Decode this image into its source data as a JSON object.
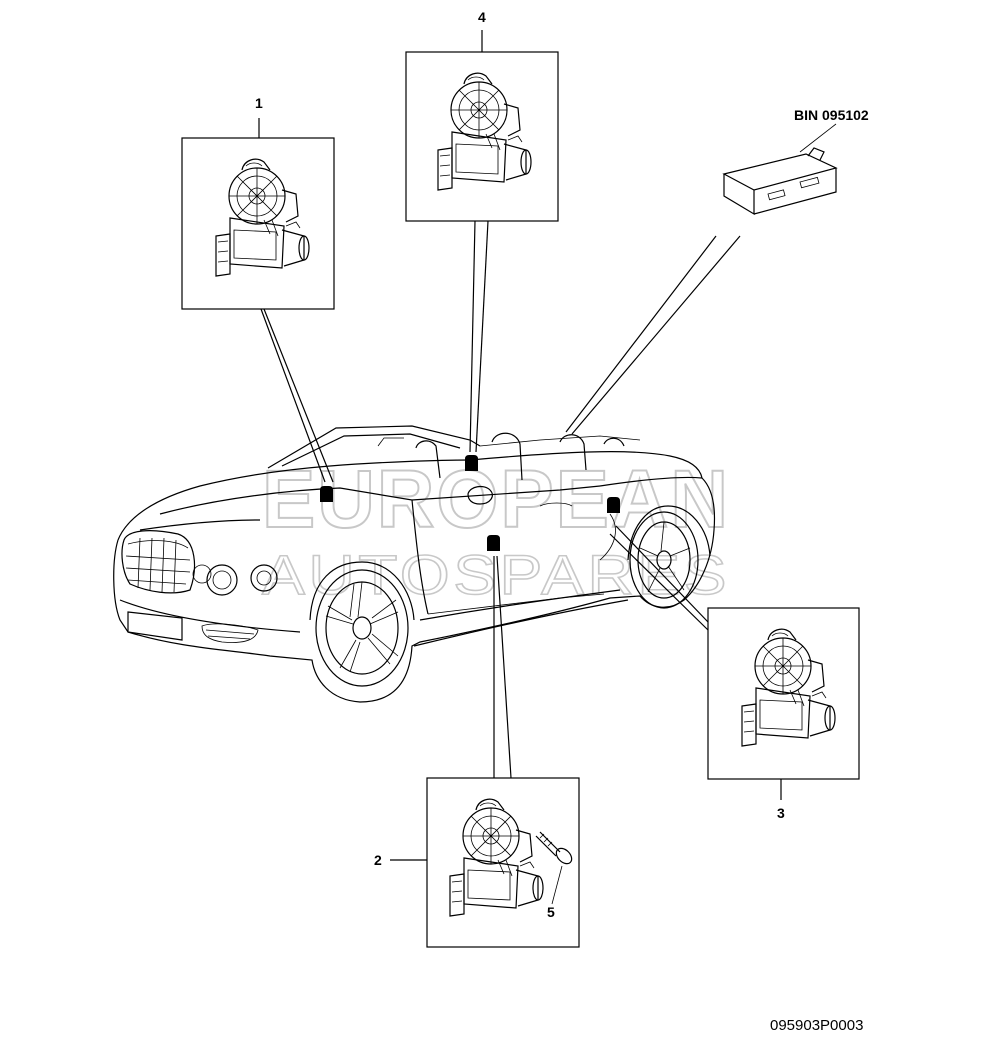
{
  "callouts": {
    "c1": "1",
    "c2": "2",
    "c3": "3",
    "c4": "4",
    "c5": "5"
  },
  "module_label": "BIN 095102",
  "drawing_code": "095903P0003",
  "watermark": {
    "line1": "EUROPEAN",
    "line2": "AUTOSPARES"
  },
  "colors": {
    "line": "#000000",
    "watermark": "#c8c8c8",
    "background": "#ffffff"
  }
}
